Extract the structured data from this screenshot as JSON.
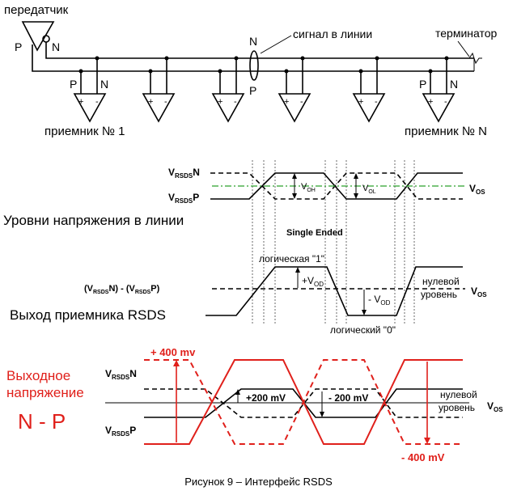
{
  "top": {
    "transmitter": "передатчик",
    "P": "P",
    "N": "N",
    "signal_in_line": "сигнал в линии",
    "terminator": "терминатор",
    "receiver_first": "приемник № 1",
    "receiver_last": "приемник № N",
    "plus": "+",
    "minus": "-"
  },
  "section1": {
    "title": "Уровни напряжения в линии",
    "v": "V",
    "rsds": "RSDS",
    "n": "N",
    "p": "P",
    "vos_v": "V",
    "vos_sub": "OS",
    "voh_v": "V",
    "voh_sub": "OH",
    "vol_v": "V",
    "vol_sub": "OL",
    "single_ended": "Single Ended"
  },
  "section2": {
    "title": "Выход приемника RSDS",
    "formula_open": "(V",
    "formula_rsds": "RSDS",
    "formula_mid": "N) - (V",
    "formula_end": "P)",
    "logic1": "логическая \"1\"",
    "logic0": "логический \"0\"",
    "vod_plus": "+V",
    "vod_minus": "- V",
    "od": "OD",
    "zero_level_1": "нулевой",
    "zero_level_2": "уровень",
    "vos_v": "V",
    "vos_sub": "OS"
  },
  "section3": {
    "title_line1": "Выходное",
    "title_line2": "напряжение",
    "np": "N - P",
    "plus400": "+ 400 mv",
    "minus400": "- 400 mV",
    "plus200": "+200 mV",
    "minus200": "- 200 mV",
    "zero_level_1": "нулевой",
    "zero_level_2": "уровень",
    "vos_v": "V",
    "vos_sub": "OS",
    "v": "V",
    "rsds": "RSDS",
    "n": "N",
    "p": "P"
  },
  "caption": "Рисунок 9 – Интерфейс RSDS",
  "colors": {
    "accent_red": "#e0201b",
    "vos_line_green": "#2aa12a"
  }
}
